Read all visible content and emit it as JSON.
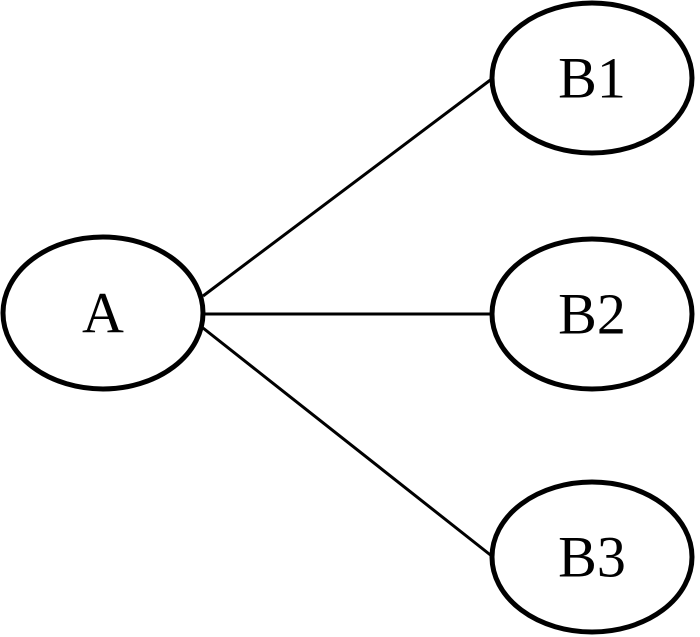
{
  "colors": {
    "stroke": "#000000",
    "fill": "#ffffff",
    "background": "#ffffff"
  },
  "nodes": [
    {
      "id": "A",
      "label": "A"
    },
    {
      "id": "B1",
      "label": "B1"
    },
    {
      "id": "B2",
      "label": "B2"
    },
    {
      "id": "B3",
      "label": "B3"
    }
  ],
  "edges": [
    {
      "from": "A",
      "to": "B1"
    },
    {
      "from": "A",
      "to": "B2"
    },
    {
      "from": "A",
      "to": "B3"
    }
  ]
}
